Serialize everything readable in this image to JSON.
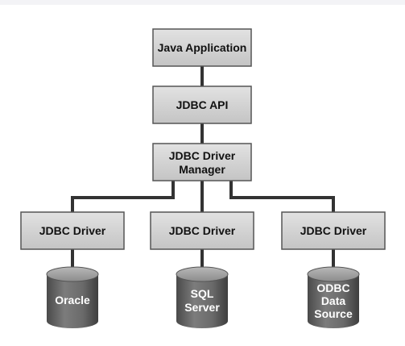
{
  "diagram": {
    "app": {
      "label": "Java Application"
    },
    "api": {
      "label": "JDBC API"
    },
    "manager": {
      "line1": "JDBC Driver",
      "line2": "Manager"
    },
    "drivers": [
      {
        "label": "JDBC Driver"
      },
      {
        "label": "JDBC Driver"
      },
      {
        "label": "JDBC Driver"
      }
    ],
    "databases": [
      {
        "line1": "Oracle"
      },
      {
        "line1": "SQL",
        "line2": "Server"
      },
      {
        "line1": "ODBC",
        "line2": "Data",
        "line3": "Source"
      }
    ]
  },
  "colors": {
    "box_fill": "#d2d2d2",
    "box_stroke": "#555555",
    "connector": "#333333",
    "db_fill": "#6e6e6e",
    "db_top": "#a6a6a6"
  }
}
